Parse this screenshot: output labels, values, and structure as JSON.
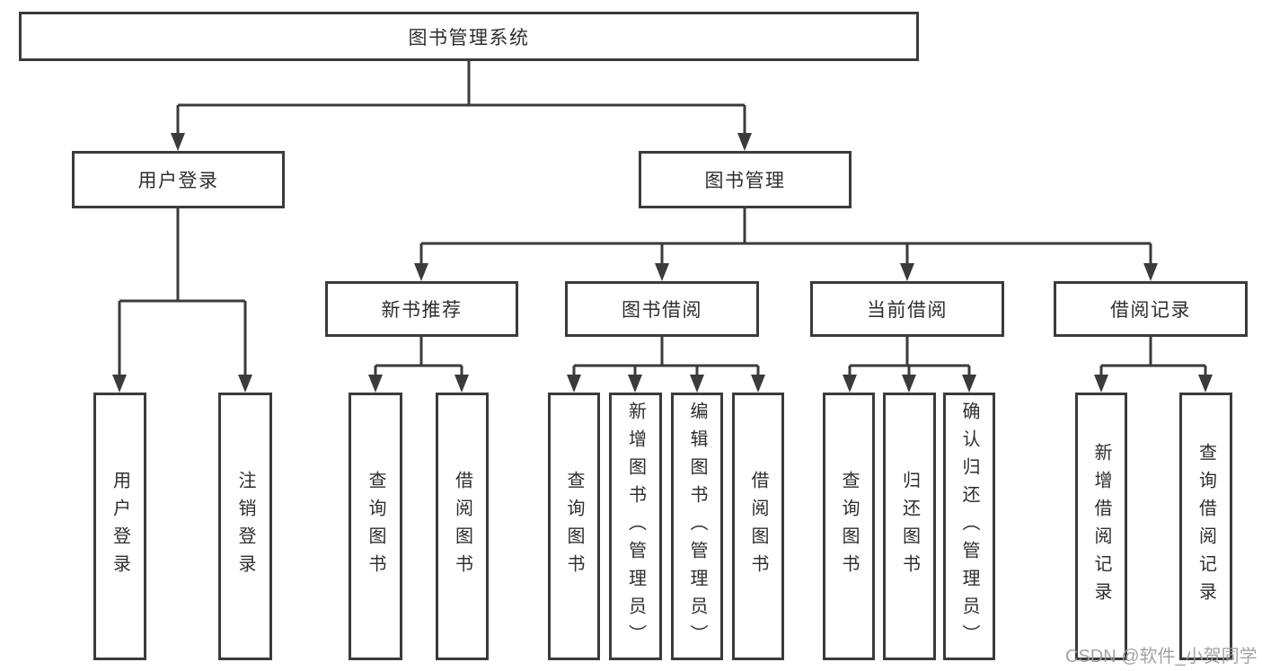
{
  "diagram_title": "图书管理系统",
  "nodes": {
    "root": "图书管理系统",
    "level2": {
      "user_login": "用户登录",
      "book_management": "图书管理"
    },
    "level3": {
      "new_book_recommend": "新书推荐",
      "book_borrowing": "图书借阅",
      "current_borrowing": "当前借阅",
      "borrowing_records": "借阅记录"
    },
    "leaves": {
      "user_login": "用户登录",
      "logout": "注销登录",
      "recommend_query_books": "查询图书",
      "recommend_borrow_books": "借阅图书",
      "borrowing_query_books": "查询图书",
      "borrowing_add_books": "新增图书（管理员）",
      "borrowing_edit_books": "编辑图书（管理员）",
      "borrowing_borrow_books": "借阅图书",
      "current_query_books": "查询图书",
      "current_return_books": "归还图书",
      "current_confirm_return": "确认归还（管理员）",
      "records_add_record": "新增借阅记录",
      "records_query_record": "查询借阅记录"
    }
  },
  "watermark": "CSDN @软件_小贺同学",
  "colors": {
    "line": "#3b3b3b",
    "text": "#2e2e2e",
    "background": "#ffffff",
    "watermark": "#9c9c9c"
  }
}
